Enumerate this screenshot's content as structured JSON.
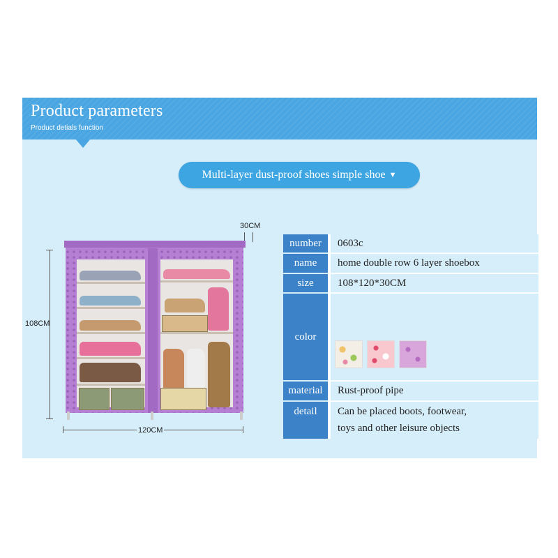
{
  "banner": {
    "title": "Product parameters",
    "subtitle": "Product detials function"
  },
  "pill": {
    "label": "Multi-layer dust-proof shoes simple shoe",
    "caret": "▼"
  },
  "dimensions": {
    "depth": "30CM",
    "height": "108CM",
    "width": "120CM"
  },
  "specs": {
    "number_label": "number",
    "number_value": "0603c",
    "name_label": "name",
    "name_value": "home double row 6 layer shoebox",
    "size_label": "size",
    "size_value": "108*120*30CM",
    "color_label": "color",
    "material_label": "material",
    "material_value": "Rust-proof pipe",
    "detail_label": "detail",
    "detail_line1": "Can be placed boots, footwear,",
    "detail_line2": "toys and other leisure objects"
  },
  "colors": {
    "banner": "#4aa6e2",
    "panel": "#d6eefa",
    "label_cell": "#3b82c9",
    "rack_purple": "#b57fd3",
    "swatch_1": "#f3efe6",
    "swatch_2": "#f9c8cf",
    "swatch_3": "#d9a6dc"
  }
}
